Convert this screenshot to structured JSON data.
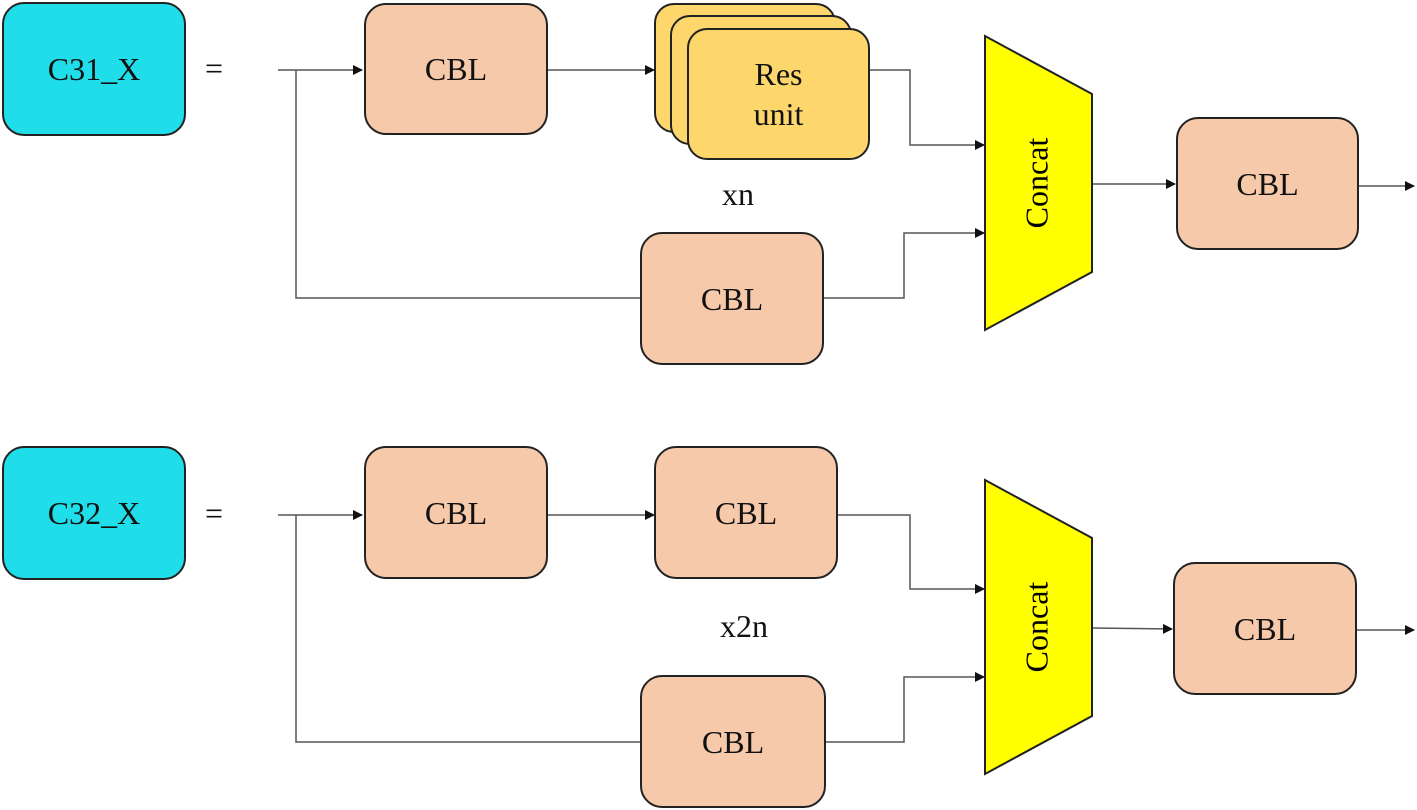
{
  "colors": {
    "cyan": "#1fdeea",
    "peach": "#f7c9ab",
    "res_unit": "#fdd76c",
    "concat": "#ffff00",
    "line": "#555555",
    "border": "#222222"
  },
  "modules": [
    {
      "name_label": "C31_X",
      "equals": "=",
      "first_cbl": "CBL",
      "middle_block": "Res\nunit",
      "repeat_label": "xn",
      "branch_cbl": "CBL",
      "concat_label": "Concat",
      "output_cbl": "CBL"
    },
    {
      "name_label": "C32_X",
      "equals": "=",
      "first_cbl": "CBL",
      "middle_block": "CBL",
      "repeat_label": "x2n",
      "branch_cbl": "CBL",
      "concat_label": "Concat",
      "output_cbl": "CBL"
    }
  ]
}
